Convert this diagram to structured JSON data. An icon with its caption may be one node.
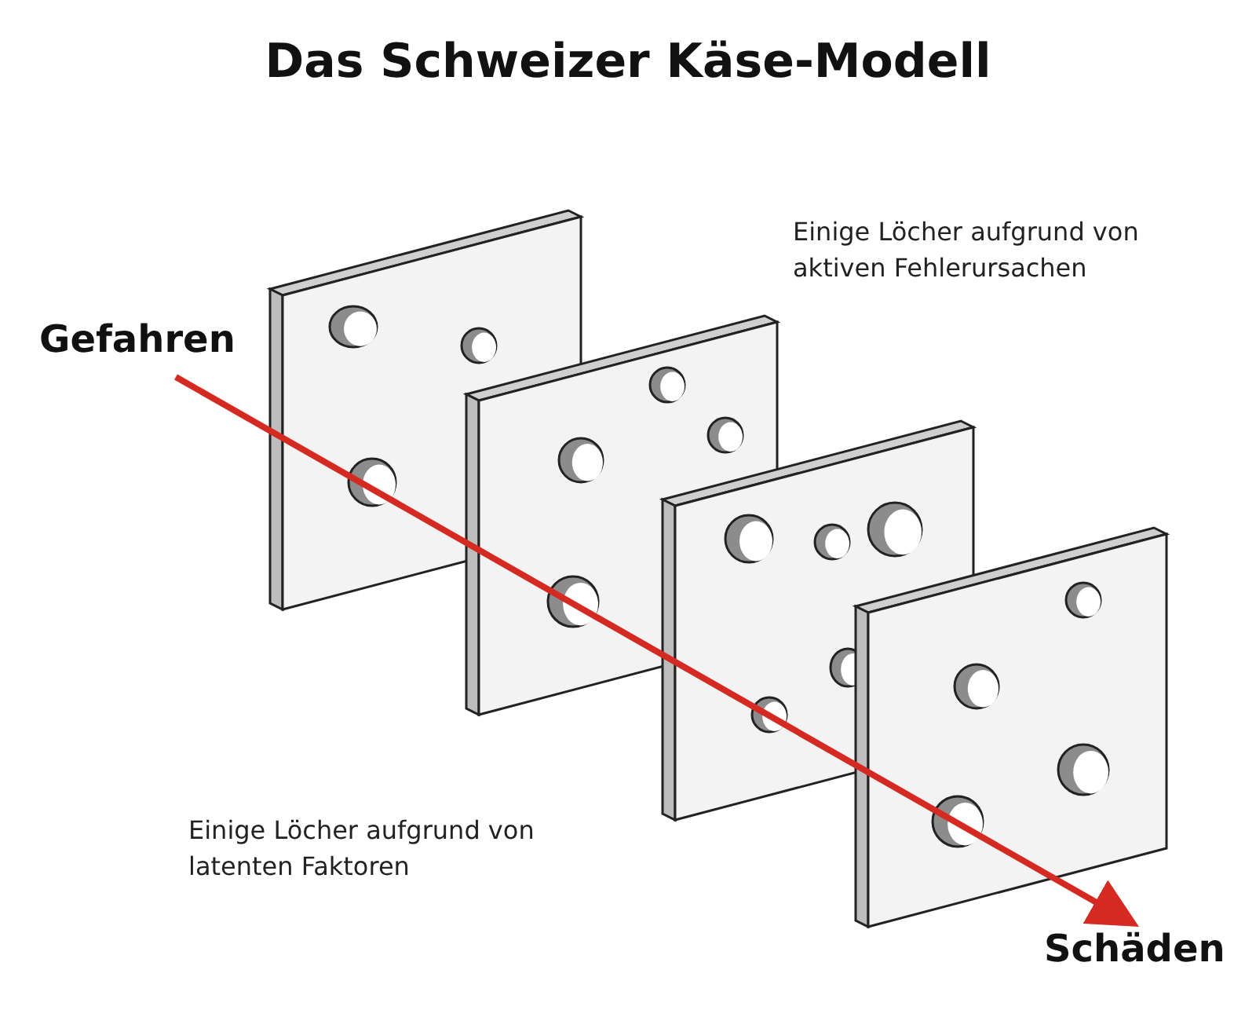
{
  "diagram": {
    "title": "Das Schweizer Käse-Modell",
    "nodes": [
      {
        "text": [
          "Gefahren"
        ]
      },
      {
        "text": [
          "Schäden"
        ]
      }
    ],
    "edges": [
      {
        "from": 0,
        "to": 1,
        "arrow": "to"
      }
    ],
    "labels": [
      "Einige Löcher aufgrund von aktiven Fehlerursachen",
      "Einige Löcher aufgrund von latenten Faktoren"
    ]
  }
}
